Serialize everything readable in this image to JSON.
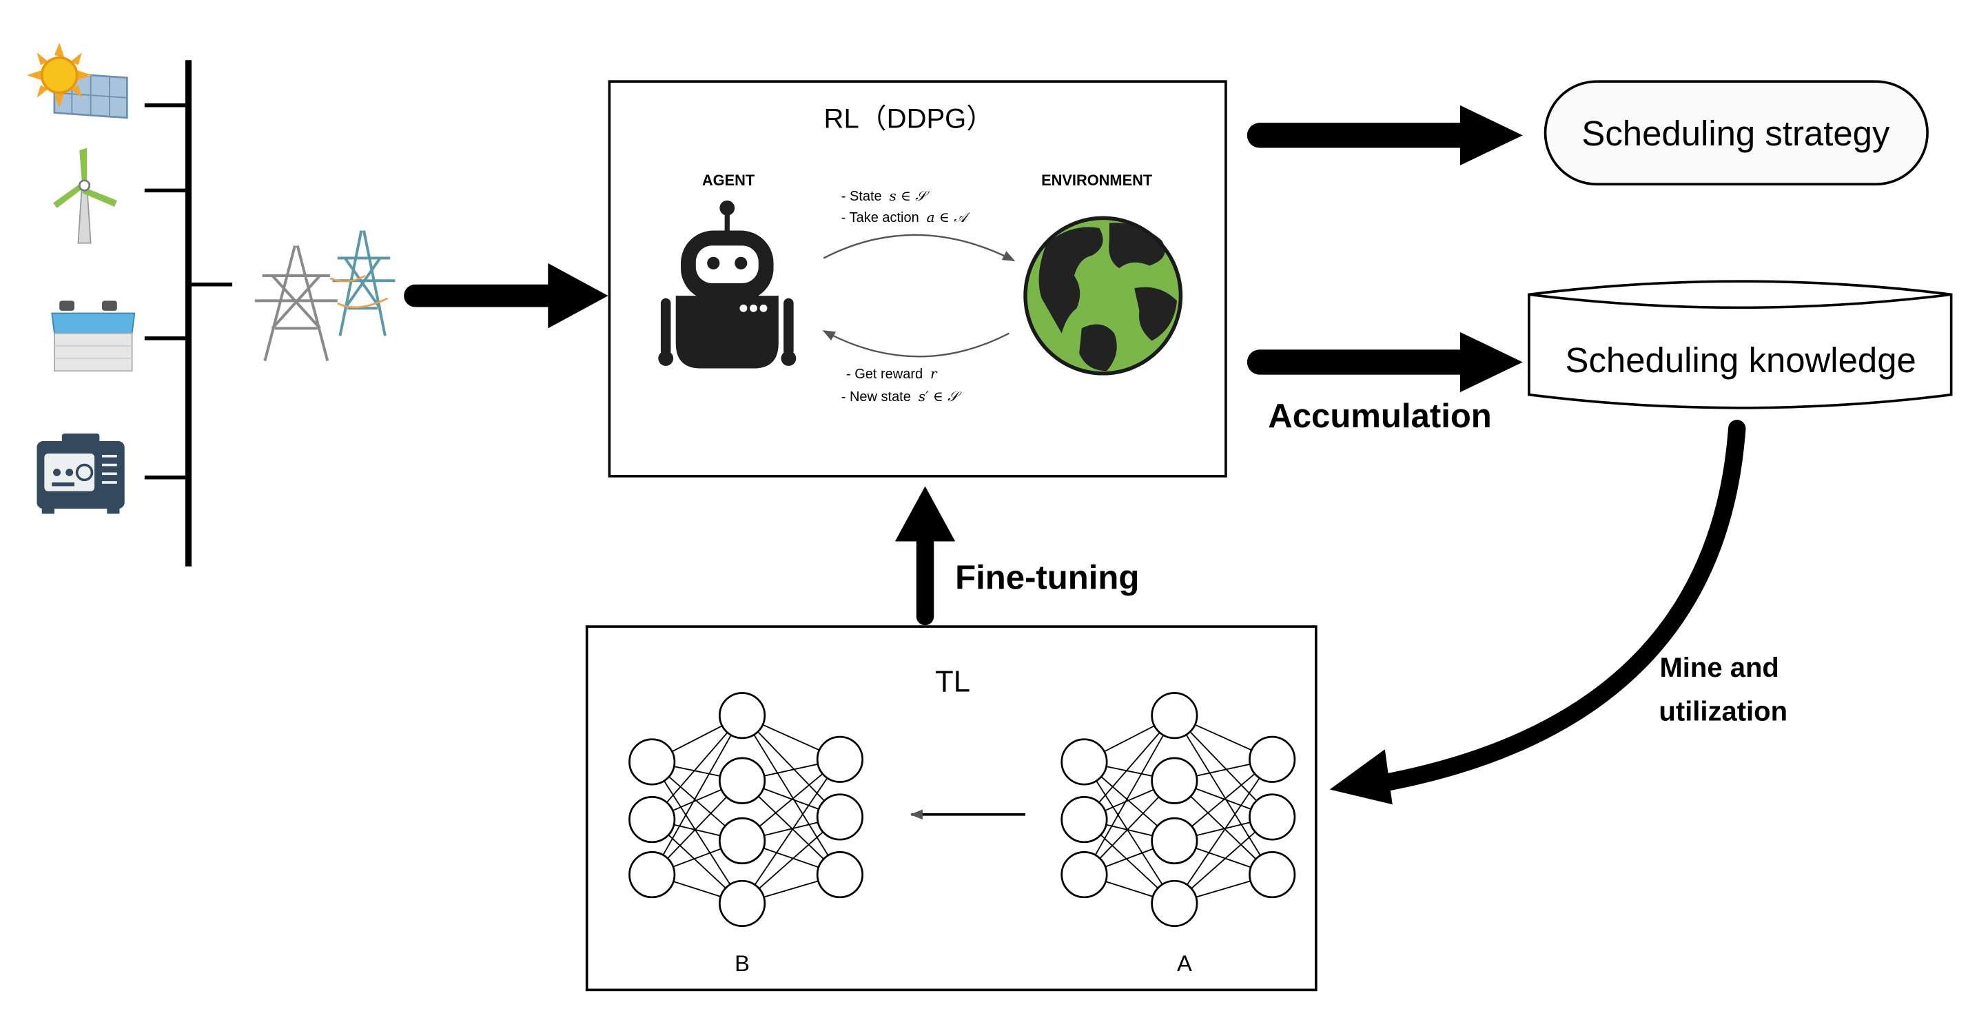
{
  "rl_box": {
    "title": "RL（DDPG）",
    "agent_label": "AGENT",
    "environment_label": "ENVIRONMENT",
    "top_line1_text": "- State",
    "top_line1_math": "s ∈ 𝒮",
    "top_line2_text": "- Take action",
    "top_line2_math": "a ∈ 𝒜",
    "bottom_line1_text": "- Get reward",
    "bottom_line1_math": "r",
    "bottom_line2_text": "- New state",
    "bottom_line2_math": "s′ ∈ 𝒮"
  },
  "outputs": {
    "strategy": "Scheduling strategy",
    "knowledge": "Scheduling knowledge",
    "accumulation": "Accumulation"
  },
  "links": {
    "fine_tuning": "Fine-tuning",
    "mine_line1": "Mine and",
    "mine_line2": "utilization"
  },
  "tl_box": {
    "title": "TL",
    "network_b": "B",
    "network_a": "A"
  },
  "sources": {
    "items": [
      "solar-panel-icon",
      "wind-turbine-icon",
      "battery-icon",
      "generator-icon"
    ],
    "grid": "transmission-tower-icon"
  },
  "colors": {
    "stroke": "#000000",
    "robot": "#1f1f1f",
    "globe_land": "#222222",
    "globe_sea": "#7ab648",
    "tower_gray": "#8a8a8a",
    "tower_teal": "#5a9aa8",
    "generator": "#34495e"
  }
}
